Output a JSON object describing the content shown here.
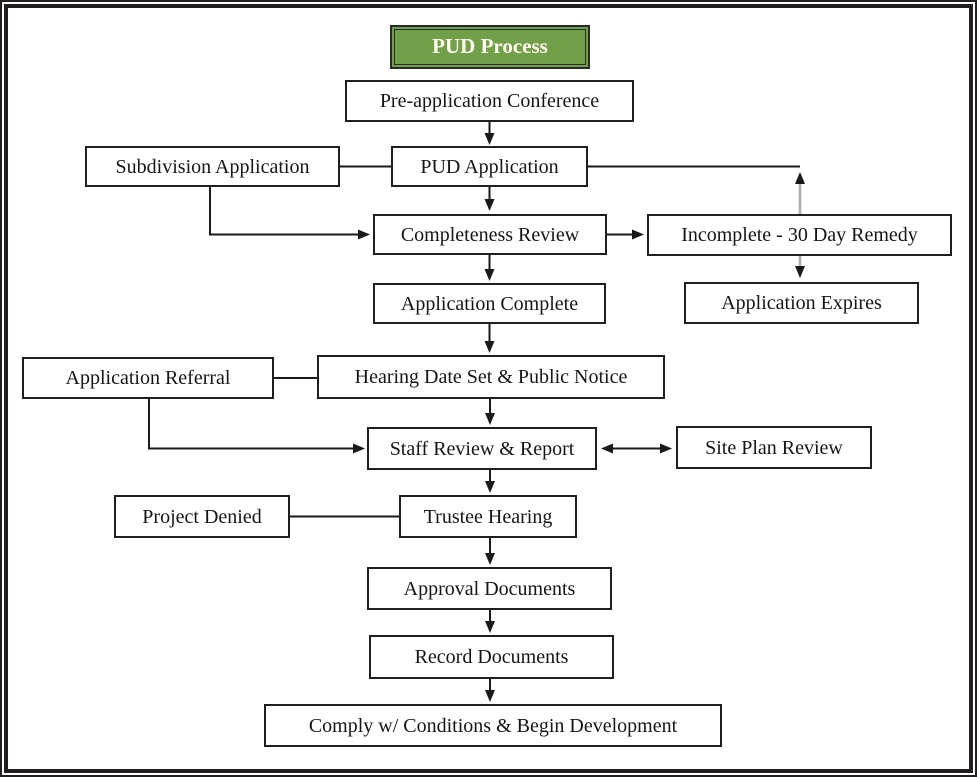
{
  "diagram": {
    "type": "flowchart",
    "title": "PUD Process"
  },
  "title_box": {
    "label": "PUD Process"
  },
  "nodes": {
    "pre_application_conference": {
      "label": "Pre-application Conference"
    },
    "subdivision_application": {
      "label": "Subdivision Application"
    },
    "pud_application": {
      "label": "PUD Application"
    },
    "completeness_review": {
      "label": "Completeness Review"
    },
    "incomplete_remedy": {
      "label": "Incomplete - 30 Day Remedy"
    },
    "application_complete": {
      "label": "Application Complete"
    },
    "application_expires": {
      "label": "Application Expires"
    },
    "application_referral": {
      "label": "Application Referral"
    },
    "hearing_date_public_notice": {
      "label": "Hearing Date Set & Public Notice"
    },
    "staff_review_report": {
      "label": "Staff Review & Report"
    },
    "site_plan_review": {
      "label": "Site Plan Review"
    },
    "project_denied": {
      "label": "Project Denied"
    },
    "trustee_hearing": {
      "label": "Trustee Hearing"
    },
    "approval_documents": {
      "label": "Approval Documents"
    },
    "record_documents": {
      "label": "Record Documents"
    },
    "comply_begin_development": {
      "label": "Comply w/ Conditions & Begin Development"
    }
  },
  "edges": [
    {
      "from": "Pre-application Conference",
      "to": "PUD Application",
      "style": "arrow"
    },
    {
      "from": "Subdivision Application",
      "to": "PUD Application",
      "style": "line"
    },
    {
      "from": "Subdivision Application",
      "to": "Completeness Review",
      "style": "arrow"
    },
    {
      "from": "PUD Application",
      "to": "Completeness Review",
      "style": "arrow"
    },
    {
      "from": "Completeness Review",
      "to": "Incomplete - 30 Day Remedy",
      "style": "arrow"
    },
    {
      "from": "Incomplete - 30 Day Remedy",
      "to": "PUD Application",
      "style": "arrow-up-return"
    },
    {
      "from": "Incomplete - 30 Day Remedy",
      "to": "Application Expires",
      "style": "arrow"
    },
    {
      "from": "Completeness Review",
      "to": "Application Complete",
      "style": "arrow"
    },
    {
      "from": "Application Complete",
      "to": "Hearing Date Set & Public Notice",
      "style": "arrow"
    },
    {
      "from": "Application Referral",
      "to": "Hearing Date Set & Public Notice",
      "style": "line"
    },
    {
      "from": "Application Referral",
      "to": "Staff Review & Report",
      "style": "arrow"
    },
    {
      "from": "Hearing Date Set & Public Notice",
      "to": "Staff Review & Report",
      "style": "arrow"
    },
    {
      "from": "Staff Review & Report",
      "to": "Site Plan Review",
      "style": "double-arrow"
    },
    {
      "from": "Staff Review & Report",
      "to": "Trustee Hearing",
      "style": "arrow"
    },
    {
      "from": "Project Denied",
      "to": "Trustee Hearing",
      "style": "line"
    },
    {
      "from": "Trustee Hearing",
      "to": "Approval Documents",
      "style": "arrow"
    },
    {
      "from": "Approval Documents",
      "to": "Record Documents",
      "style": "arrow"
    },
    {
      "from": "Record Documents",
      "to": "Comply w/ Conditions & Begin Development",
      "style": "arrow"
    }
  ],
  "colors": {
    "title_bg": "#729f49",
    "title_text": "#fffdee",
    "box_border": "#1f1f1f",
    "connector_black": "#1a1a1a",
    "connector_gray": "#acacac",
    "page_border": "#231f20"
  }
}
